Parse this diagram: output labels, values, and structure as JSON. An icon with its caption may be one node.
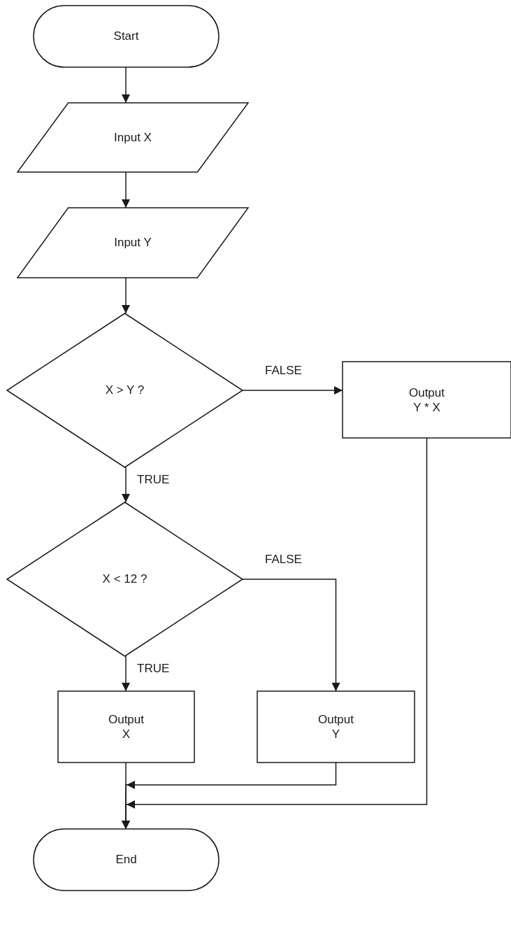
{
  "diagram": {
    "nodes": [
      {
        "text": [
          "Start"
        ]
      },
      {
        "text": [
          "Input X"
        ]
      },
      {
        "text": [
          "Input Y"
        ]
      },
      {
        "text": [
          "X > Y ?"
        ]
      },
      {
        "text": [
          "Output Y * X"
        ]
      },
      {
        "text": [
          "X < 12 ?"
        ]
      },
      {
        "text": [
          "Output X"
        ]
      },
      {
        "text": [
          "Output Y"
        ]
      },
      {
        "text": [
          "End"
        ]
      }
    ],
    "edges": [
      {
        "from": 0,
        "to": 1,
        "arrow": "to"
      },
      {
        "from": 1,
        "to": 2,
        "arrow": "to"
      },
      {
        "from": 2,
        "to": 3,
        "arrow": "to"
      },
      {
        "from": 3,
        "to": 4,
        "arrow": "to",
        "label": "FALSE"
      },
      {
        "from": 3,
        "to": 5,
        "arrow": "to",
        "label": "TRUE"
      },
      {
        "from": 5,
        "to": 7,
        "arrow": "to",
        "label": "FALSE"
      },
      {
        "from": 5,
        "to": 6,
        "arrow": "to",
        "label": "TRUE"
      },
      {
        "from": 6,
        "to": 8,
        "arrow": "to"
      },
      {
        "from": 7,
        "to": 8,
        "arrow": "to"
      },
      {
        "from": 4,
        "to": 8,
        "arrow": "to"
      }
    ]
  }
}
